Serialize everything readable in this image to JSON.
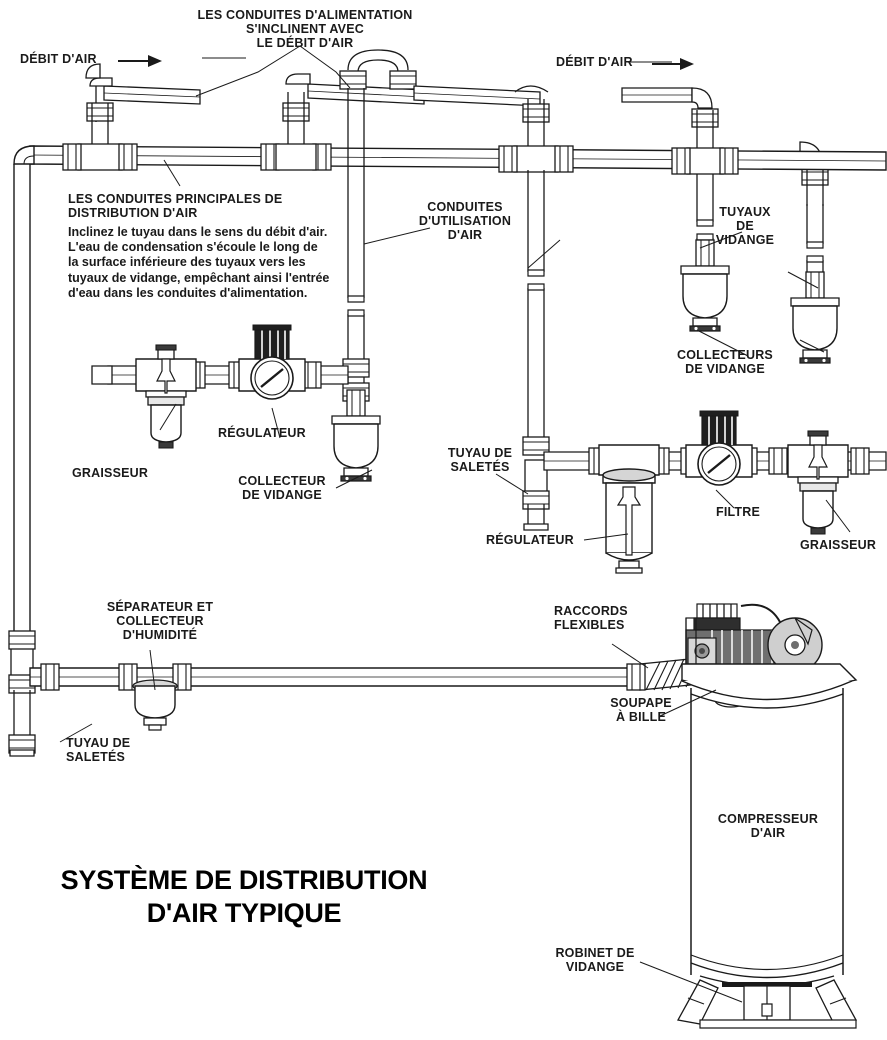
{
  "title": "SYSTÈME DE DISTRIBUTION\nD'AIR TYPIQUE",
  "labels": {
    "airflow_left": "DÉBIT D'AIR",
    "airflow_right": "DÉBIT D'AIR",
    "feeder_slope": "LES CONDUITES D'ALIMENTATION\nS'INCLINENT AVEC\nLE DÉBIT D'AIR",
    "main_lines_heading": "LES CONDUITES PRINCIPALES DE\nDISTRIBUTION D'AIR",
    "main_lines_body": "Inclinez le tuyau dans le sens du débit d'air.\nL'eau de condensation s'écoule le long de\nla surface inférieure des tuyaux vers les\ntuyaux de vidange, empêchant ainsi l'entrée\nd'eau dans les conduites d'alimentation.",
    "use_lines": "CONDUITES\nD'UTILISATION\nD'AIR",
    "drain_pipes": "TUYAUX\nDE\nVIDANGE",
    "drain_collectors": "COLLECTEURS\nDE VIDANGE",
    "lubricator_left": "GRAISSEUR",
    "regulator_left": "RÉGULATEUR",
    "drain_collector_single": "COLLECTEUR\nDE VIDANGE",
    "dirt_pipe_mid": "TUYAU DE\nSALETÉS",
    "regulator_mid": "RÉGULATEUR",
    "filter": "FILTRE",
    "lubricator_right": "GRAISSEUR",
    "separator": "SÉPARATEUR ET\nCOLLECTEUR\nD'HUMIDITÉ",
    "dirt_pipe_left": "TUYAU DE\nSALETÉS",
    "flex_couplings": "RACCORDS\nFLEXIBLES",
    "ball_valve": "SOUPAPE\nÀ BILLE",
    "air_compressor": "COMPRESSEUR\nD'AIR",
    "drain_valve": "ROBINET DE\nVIDANGE"
  },
  "colors": {
    "line": "#1a1a1a",
    "background": "#ffffff",
    "fill": "#ffffff",
    "shade": "#4a4a4a",
    "dark": "#2b2b2b"
  },
  "diagram": {
    "type": "technical-line-drawing",
    "subject": "Typical compressed air distribution system",
    "components": [
      "air compressor tank",
      "flexible couplings",
      "ball valve",
      "moisture separator and collector",
      "dirt pipes / drip legs",
      "main air distribution header",
      "feeder lines sloped with airflow",
      "drain pipes",
      "drain collectors",
      "filters",
      "regulators",
      "lubricators"
    ]
  }
}
